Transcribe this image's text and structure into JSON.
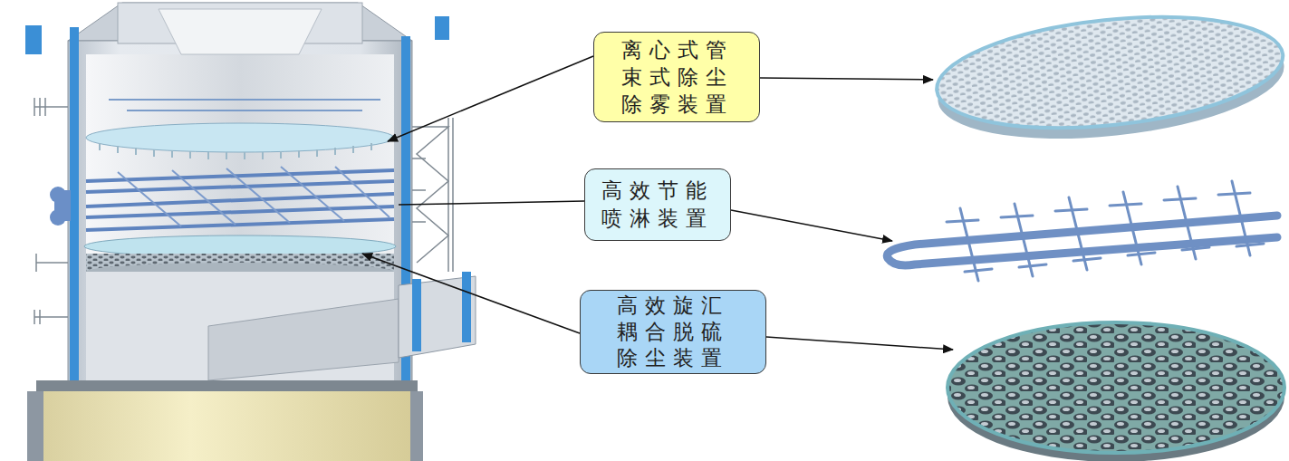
{
  "diagram": {
    "nodes": [
      {
        "text": [
          "离心式管 束式除尘 除雾装置"
        ]
      },
      {
        "text": [
          "高效节能 喷淋装置"
        ]
      },
      {
        "text": [
          "高效旋汇 耦合脱硫 除尘装置"
        ]
      }
    ]
  }
}
